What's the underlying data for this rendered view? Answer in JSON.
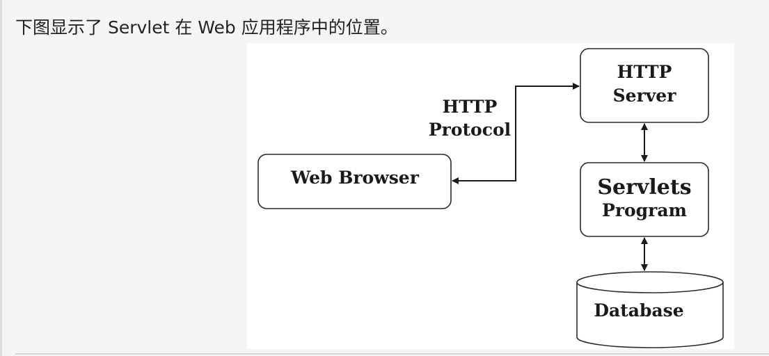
{
  "caption": "下图显示了 Servlet 在 Web 应用程序中的位置。",
  "diagram": {
    "web_browser": {
      "label": "Web Browser"
    },
    "http_server": {
      "line1": "HTTP",
      "line2": "Server"
    },
    "servlets_program": {
      "line1": "Servlets",
      "line2": "Program"
    },
    "database": {
      "label": "Database"
    },
    "protocol": {
      "line1": "HTTP",
      "line2": "Protocol"
    }
  }
}
